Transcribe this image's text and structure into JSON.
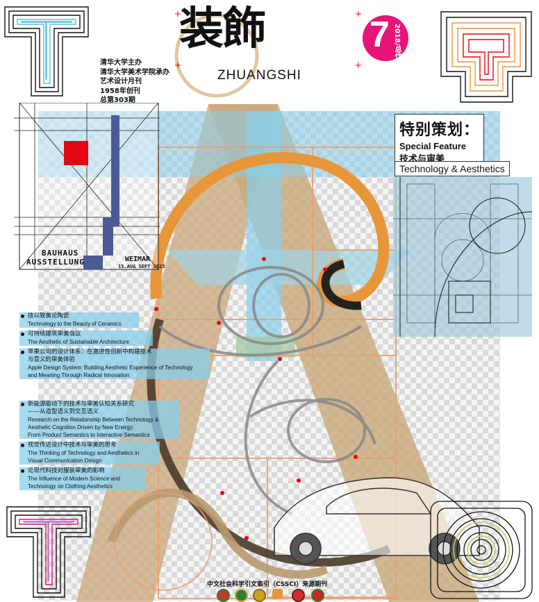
{
  "magazine": {
    "title_cn": "装飾",
    "title_en": "ZHUANGSHI",
    "issue_number": "7",
    "issue_year": "2018/总伐",
    "publisher_lines": [
      "清华大学主办",
      "清华大学美术学院承办",
      "艺术设计月刊",
      "1958年创刊",
      "总第303期"
    ]
  },
  "special_feature": {
    "label_cn": "特别策划：",
    "label_en": "Special Feature",
    "topic_cn": "技术与审美",
    "topic_en": "Technology & Aesthetics"
  },
  "poster": {
    "line1": "BAUHAUS",
    "line2": "AUSSTELLUNG",
    "line3": "WEIMAR",
    "line4": "15.AUG SEPT 1923"
  },
  "toc_top": [
    {
      "cn": "技以致美论陶瓷",
      "en": [
        "Technology to the Beauty of Ceramics"
      ]
    },
    {
      "cn": "可持续建筑审美刍议",
      "en": [
        "The Aesthetic of Sustainable Architecture"
      ]
    },
    {
      "cn": "苹果公司的设计体系：在激进性创新中构建技术",
      "cn2": "与意义的审美体验",
      "en": [
        "Apple Design System: Building Aesthetic Experience of Technology",
        "and Meaning Through Radical Innovation"
      ]
    }
  ],
  "toc_bottom": [
    {
      "cn": "新能源驱动下的技术与审美认知关系研究",
      "cn2": "——从造型语义到交互语义",
      "en": [
        "Research on the Relationship Between Technology &",
        "Aesthetic Cognition Driven by New Energy:",
        "From Product Semantics to Interactive Semantics"
      ]
    },
    {
      "cn": "视觉传达设计中技术与审美的思考",
      "en": [
        "The Thinking of Technology and Aesthetics in",
        "Visual Communication Design"
      ]
    },
    {
      "cn": "论现代科技对服装审美的影响",
      "en": [
        "The Influence of Modern Science and",
        "Technology on Clothing Aesthetics"
      ]
    }
  ],
  "footer": {
    "index_text": "中文社会科学引文索引（CSSCI）来源期刊"
  },
  "colors": {
    "accent_magenta": "#e8147a",
    "orange": "#e8963a",
    "tan": "#c9a77a",
    "light_blue": "#87ceeb",
    "bauhaus_red": "#e30613",
    "bauhaus_blue": "#4a5b96",
    "dark_brown": "#4a3a2a"
  }
}
